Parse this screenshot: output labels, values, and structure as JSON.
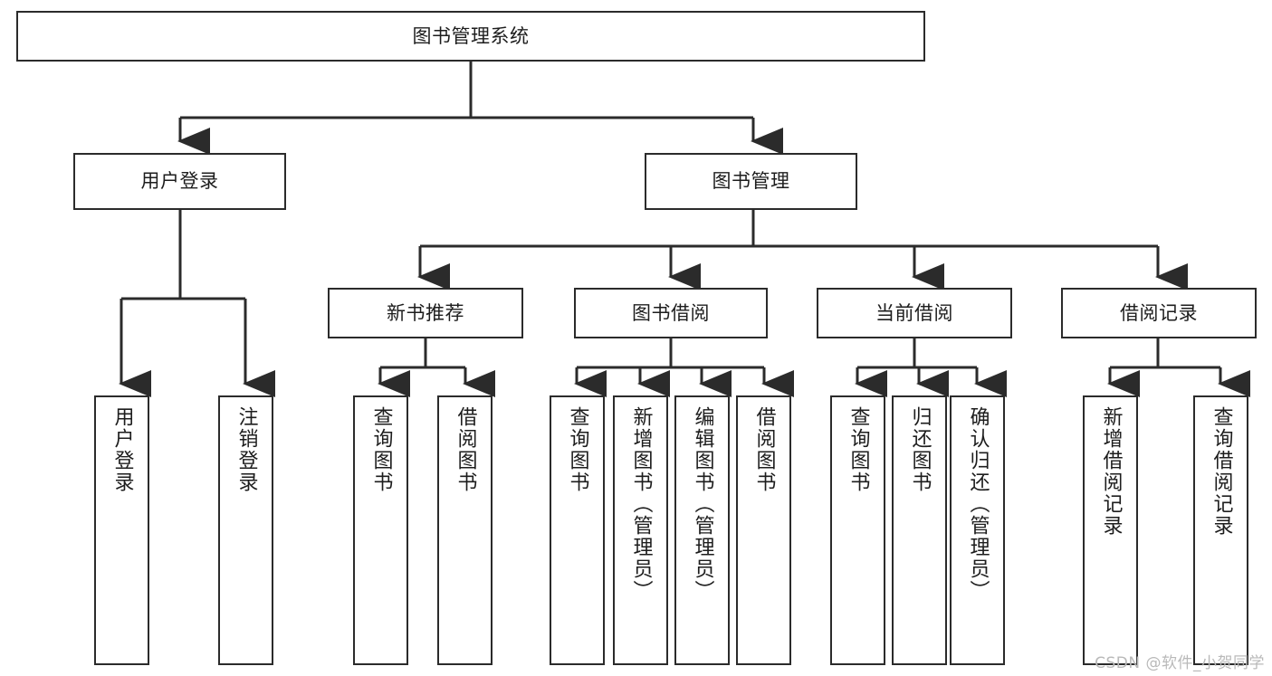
{
  "diagram": {
    "title": "图书管理系统",
    "root": {
      "label": "图书管理系统"
    },
    "level1": [
      {
        "label": "用户登录"
      },
      {
        "label": "图书管理"
      }
    ],
    "level2": [
      {
        "label": "新书推荐"
      },
      {
        "label": "图书借阅"
      },
      {
        "label": "当前借阅"
      },
      {
        "label": "借阅记录"
      }
    ],
    "leaves": [
      {
        "label": "用户登录",
        "parent": "用户登录"
      },
      {
        "label": "注销登录",
        "parent": "用户登录"
      },
      {
        "label": "查询图书",
        "parent": "新书推荐"
      },
      {
        "label": "借阅图书",
        "parent": "新书推荐"
      },
      {
        "label": "查询图书",
        "parent": "图书借阅"
      },
      {
        "label": "新增图书（管理员）",
        "parent": "图书借阅"
      },
      {
        "label": "编辑图书（管理员）",
        "parent": "图书借阅"
      },
      {
        "label": "借阅图书",
        "parent": "图书借阅"
      },
      {
        "label": "查询图书",
        "parent": "当前借阅"
      },
      {
        "label": "归还图书",
        "parent": "当前借阅"
      },
      {
        "label": "确认归还（管理员）",
        "parent": "当前借阅"
      },
      {
        "label": "新增借阅记录",
        "parent": "借阅记录"
      },
      {
        "label": "查询借阅记录",
        "parent": "借阅记录"
      }
    ]
  },
  "watermark": {
    "text": "CSDN @软件_小贺同学"
  },
  "colors": {
    "box_border": "#2b2b2b",
    "box_fill": "#ffffff",
    "connector": "#2b2b2b",
    "text": "#1d1d1d",
    "watermark": "#b9b9b9"
  }
}
